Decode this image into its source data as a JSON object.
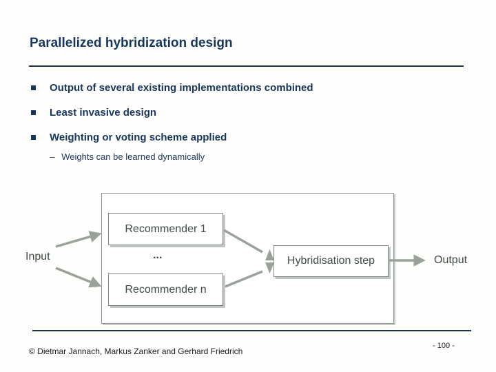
{
  "colors": {
    "accent_navy": "#17365d",
    "rule_navy": "#1c3345",
    "diagram_stroke_gray": "#98a29a",
    "diagram_border_gray": "#7e8a80",
    "diagram_text_gray": "#3f4b44",
    "footer_text": "#1b1b1b",
    "background": "#fefefc"
  },
  "header": {
    "title": "Parallelized hybridization design"
  },
  "bullets": {
    "items": [
      "Output of several existing implementations combined",
      "Least invasive design",
      "Weighting or voting scheme applied"
    ],
    "sub_dash": "–",
    "sub_item": "Weights can be learned dynamically"
  },
  "diagram": {
    "input_label": "Input",
    "recommender1_label": "Recommender 1",
    "ellipsis": "...",
    "recommender_n_label": "Recommender n",
    "hybridisation_label": "Hybridisation step",
    "output_label": "Output"
  },
  "footer": {
    "copyright": "© Dietmar Jannach, Markus Zanker and Gerhard Friedrich",
    "page_number": "- 100 -"
  }
}
